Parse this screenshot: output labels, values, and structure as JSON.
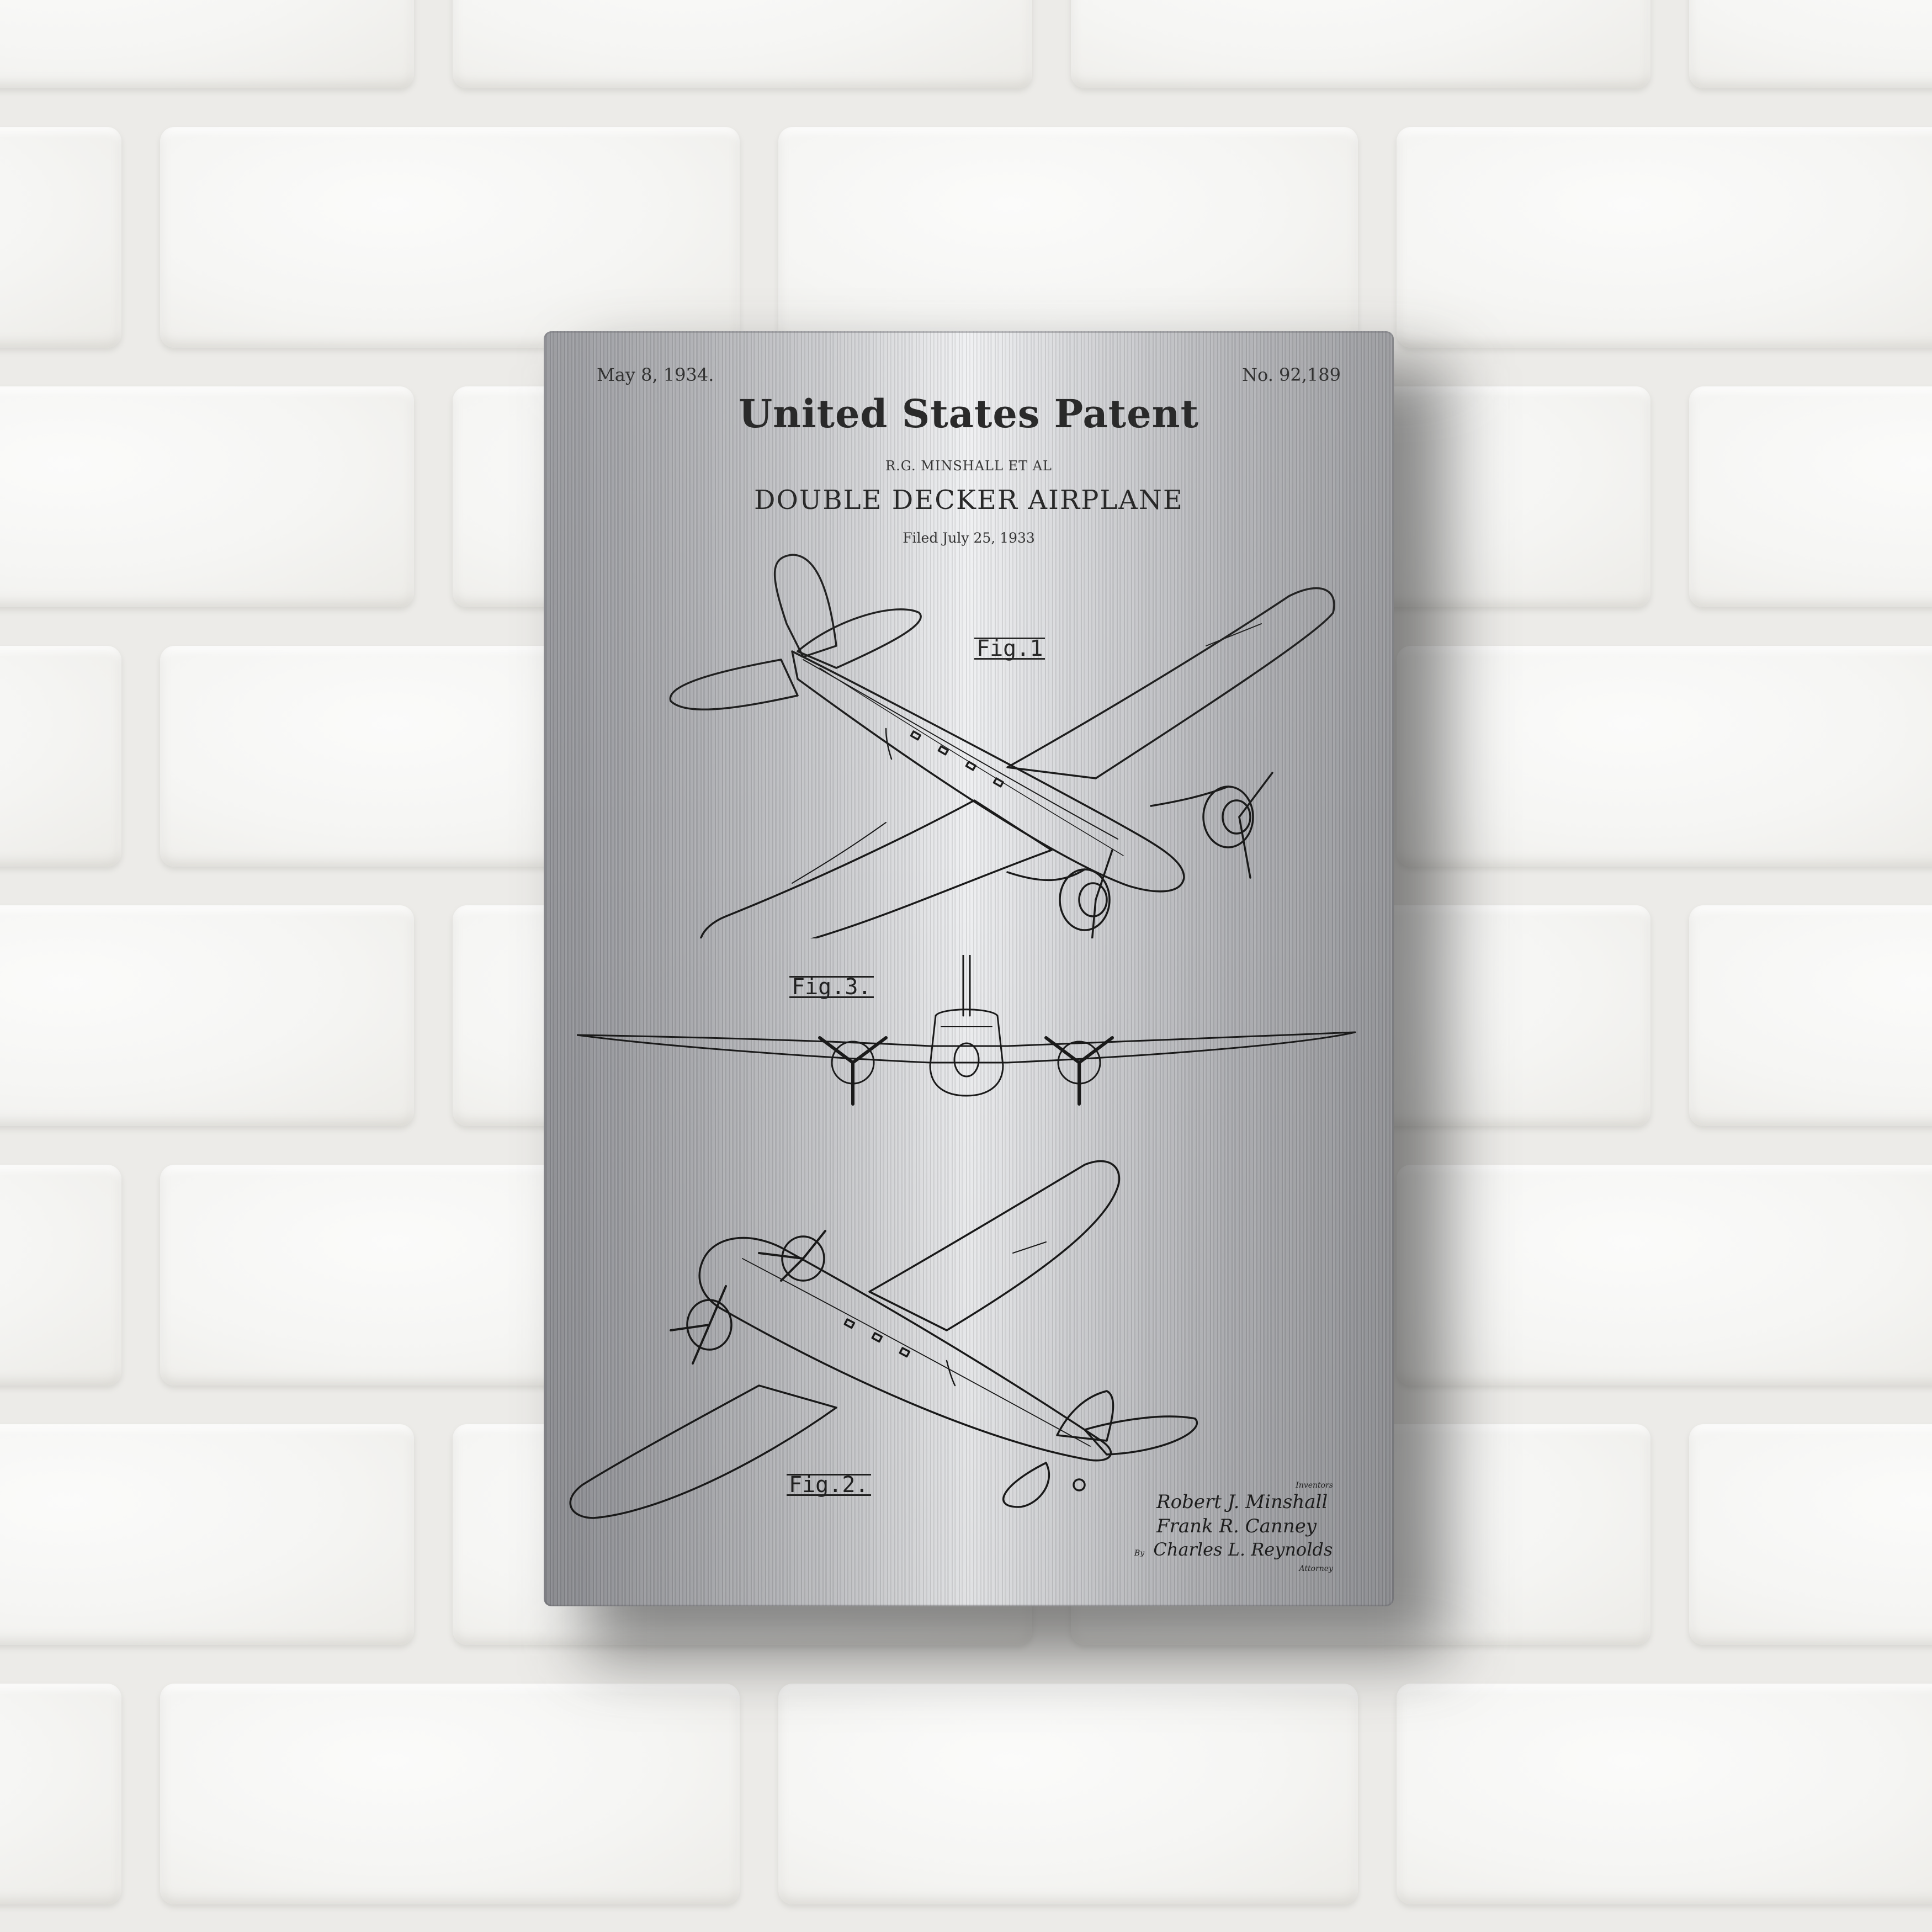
{
  "scene": {
    "wall": {
      "type": "white painted brick",
      "color": "#f2f1ee"
    },
    "product": "brushed metal print"
  },
  "print": {
    "header": {
      "date": "May 8, 1934.",
      "patent_number": "No. 92,189"
    },
    "title": "United States Patent",
    "inventor_line": "R.G. MINSHALL ET AL",
    "subtitle": "DOUBLE DECKER AIRPLANE",
    "filed": "Filed July 25, 1933",
    "figures": [
      {
        "id": "fig1",
        "label": "Fig.1",
        "view": "top-rear perspective of twin-engine airplane"
      },
      {
        "id": "fig3",
        "label": "Fig.3.",
        "view": "front view of airplane"
      },
      {
        "id": "fig2",
        "label": "Fig.2.",
        "view": "underside perspective of airplane"
      }
    ],
    "signatures": {
      "inventors_label": "Inventors",
      "names": [
        "Robert J. Minshall",
        "Frank R. Canney"
      ],
      "by_label": "By",
      "attorney": "Charles L. Reynolds",
      "attorney_label": "Attorney"
    }
  }
}
